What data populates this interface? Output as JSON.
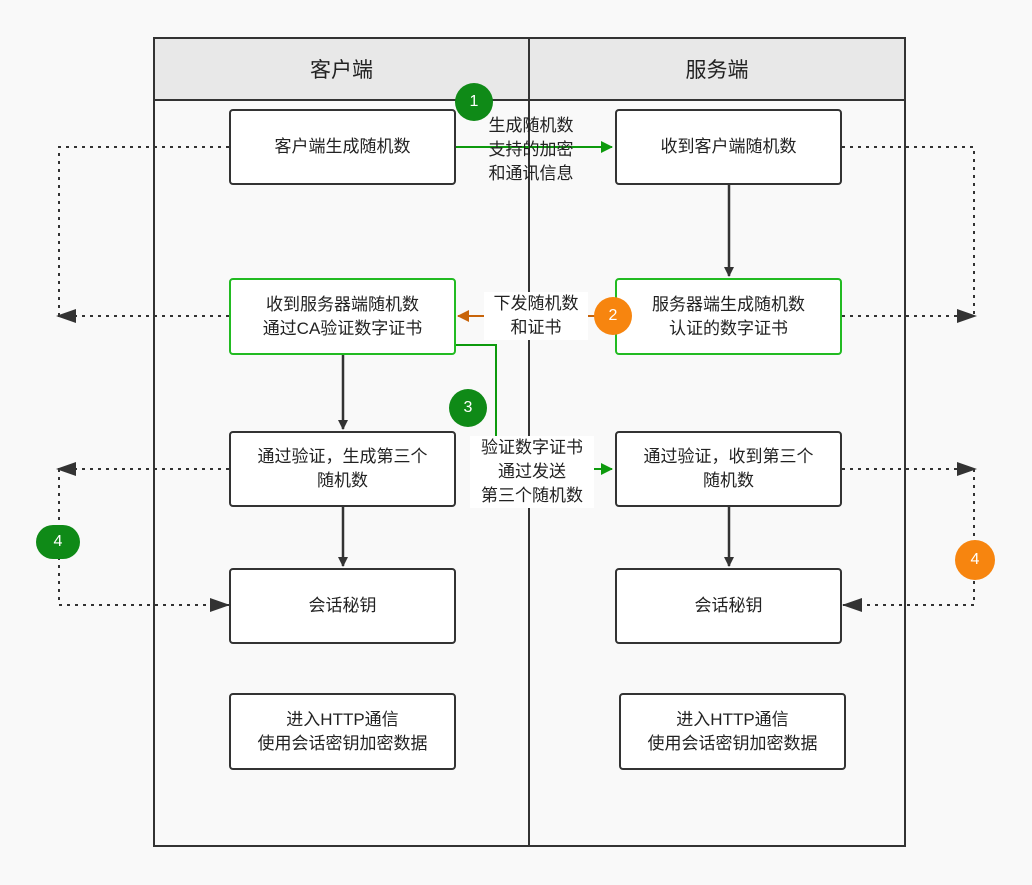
{
  "lanes": {
    "client": "客户端",
    "server": "服务端"
  },
  "boxes": {
    "client_random": "客户端生成随机数",
    "server_receive": "收到客户端随机数",
    "client_verify": "收到服务器端随机数\n通过CA验证数字证书",
    "server_cert": "服务器端生成随机数\n认证的数字证书",
    "client_third": "通过验证，生成第三个\n随机数",
    "server_third": "通过验证，收到第三个\n随机数",
    "client_session": "会话秘钥",
    "server_session": "会话秘钥",
    "client_http": "进入HTTP通信\n使用会话密钥加密数据",
    "server_http": "进入HTTP通信\n使用会话密钥加密数据"
  },
  "notes": {
    "step1": "生成随机数\n支持的加密\n和通讯信息",
    "step2": "下发随机数\n和证书",
    "step3": "验证数字证书\n通过发送\n第三个随机数"
  },
  "badges": {
    "b1": "1",
    "b2": "2",
    "b3": "3",
    "b4_left": "4",
    "b4_right": "4"
  },
  "colors": {
    "green_line": "#0d9a0d",
    "orange_line": "#c8640a",
    "green_badge": "#0f8a17",
    "orange_badge": "#f7850f",
    "green_border": "#22bb22"
  }
}
